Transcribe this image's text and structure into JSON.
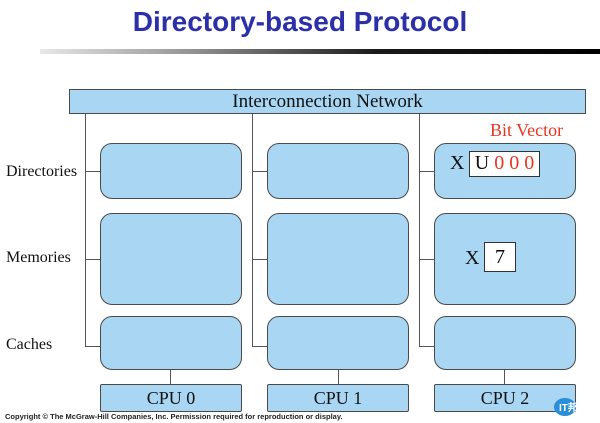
{
  "title": "Directory-based Protocol",
  "network_label": "Interconnection Network",
  "bit_vector_label": "Bit Vector",
  "row_labels": {
    "directories": "Directories",
    "memories": "Memories",
    "caches": "Caches"
  },
  "cpus": [
    "CPU 0",
    "CPU 1",
    "CPU 2"
  ],
  "directory_entry": {
    "tag": "X",
    "state": "U",
    "bits": [
      "0",
      "0",
      "0"
    ]
  },
  "memory_entry": {
    "tag": "X",
    "value": "7"
  },
  "copyright": "Copyright © The McGraw-Hill Companies, Inc. Permission required for reproduction or display.",
  "logo_text": "IT邦幫忙",
  "colors": {
    "title": "#2b2fa8",
    "box_fill": "#a9d6f2",
    "accent_red": "#e8351f"
  }
}
